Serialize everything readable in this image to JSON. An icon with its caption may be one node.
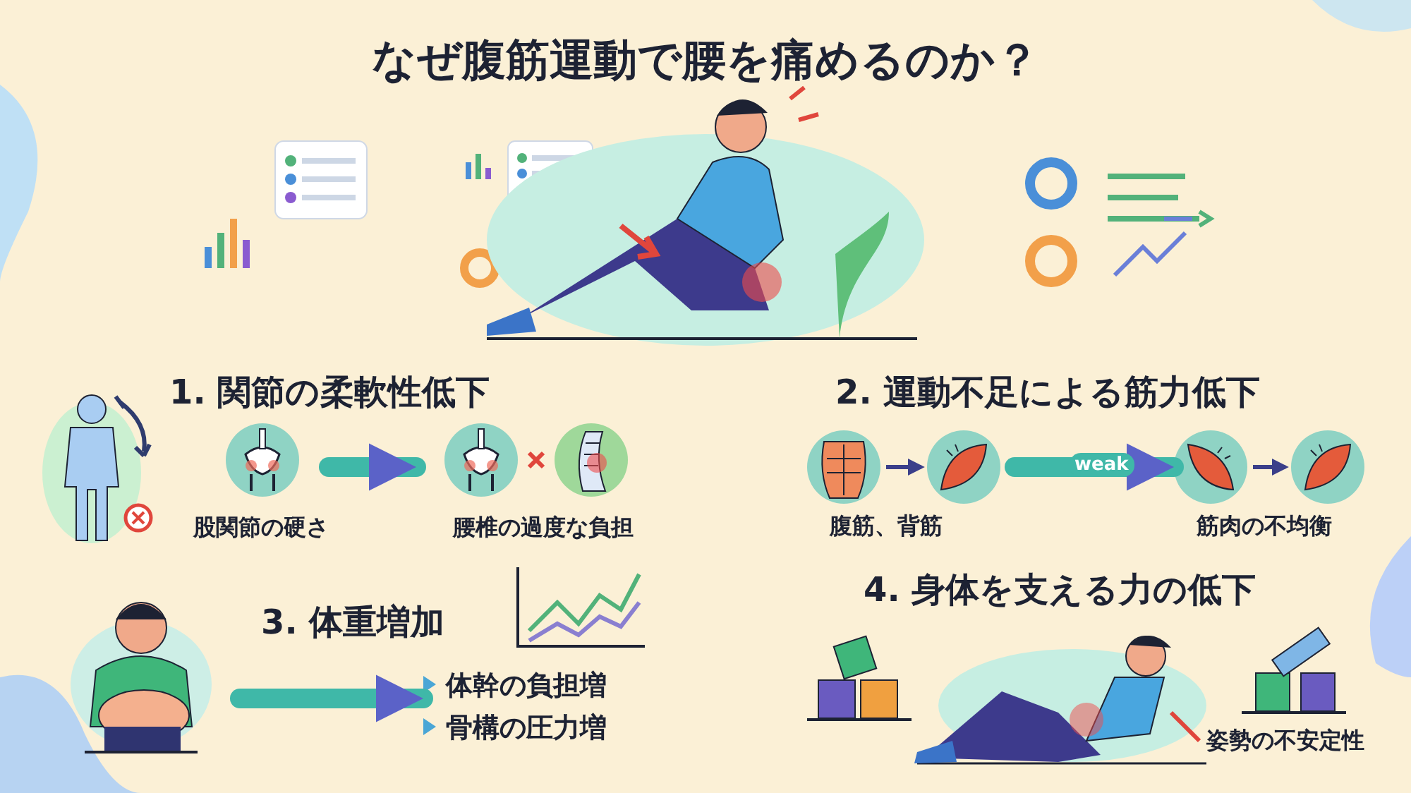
{
  "diagram": {
    "title": "なぜ腹筋運動で腰を痛めるのか？",
    "nodes": [
      {
        "text": [
          "股関節の硬さ"
        ]
      },
      {
        "text": [
          "腰椎の過度な負担"
        ]
      },
      {
        "text": [],
        "shape": "picture"
      },
      {
        "text": [],
        "shape": "picture"
      },
      {
        "text": [],
        "shape": "picture"
      },
      {
        "text": [],
        "shape": "picture"
      },
      {
        "text": [],
        "shape": "picture"
      },
      {
        "text": [
          "体幹の負担増",
          "骨構の圧力増"
        ]
      }
    ],
    "edges": [
      {
        "from": 0,
        "to": 1,
        "arrow": "to"
      },
      {
        "from": 2,
        "to": 3,
        "arrow": "to",
        "color": "#3b3f8a"
      },
      {
        "from": 3,
        "to": 4,
        "arrow": "to",
        "label": "weak"
      },
      {
        "from": 4,
        "to": 5,
        "arrow": "to",
        "color": "#3b3f8a"
      },
      {
        "from": 6,
        "to": 7,
        "arrow": "to"
      }
    ],
    "labels": [
      "1. 関節の柔軟性低下",
      "2. 運動不足による筋力低下",
      "腹筋、背筋",
      "筋肉の不均衡",
      "3. 体重増加",
      "4. 身体を支える力の低下",
      "姿勢の不安定性"
    ]
  }
}
